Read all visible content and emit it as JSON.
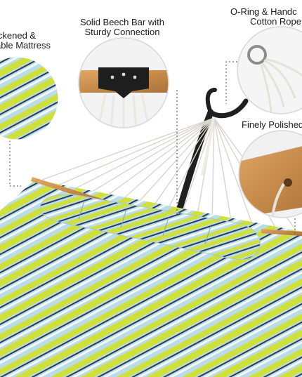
{
  "callouts": {
    "mattress": {
      "line1": "ickened &",
      "line2": "able Mattress"
    },
    "beech": {
      "line1": "Solid Beech Bar with",
      "line2": "Sturdy Connection"
    },
    "oring": {
      "line1": "O-Ring & Handc",
      "line2": "Cotton Rope"
    },
    "polished": {
      "line1": "Finely Polished"
    }
  },
  "colors": {
    "stripe_blue": "#b9dde8",
    "stripe_lime": "#cfe03a",
    "stripe_navy": "#2b3a55",
    "stripe_white": "#f4f7f2",
    "wood": "#c58a4a",
    "stand": "#1f1f1f",
    "rope": "#e9e6de"
  }
}
